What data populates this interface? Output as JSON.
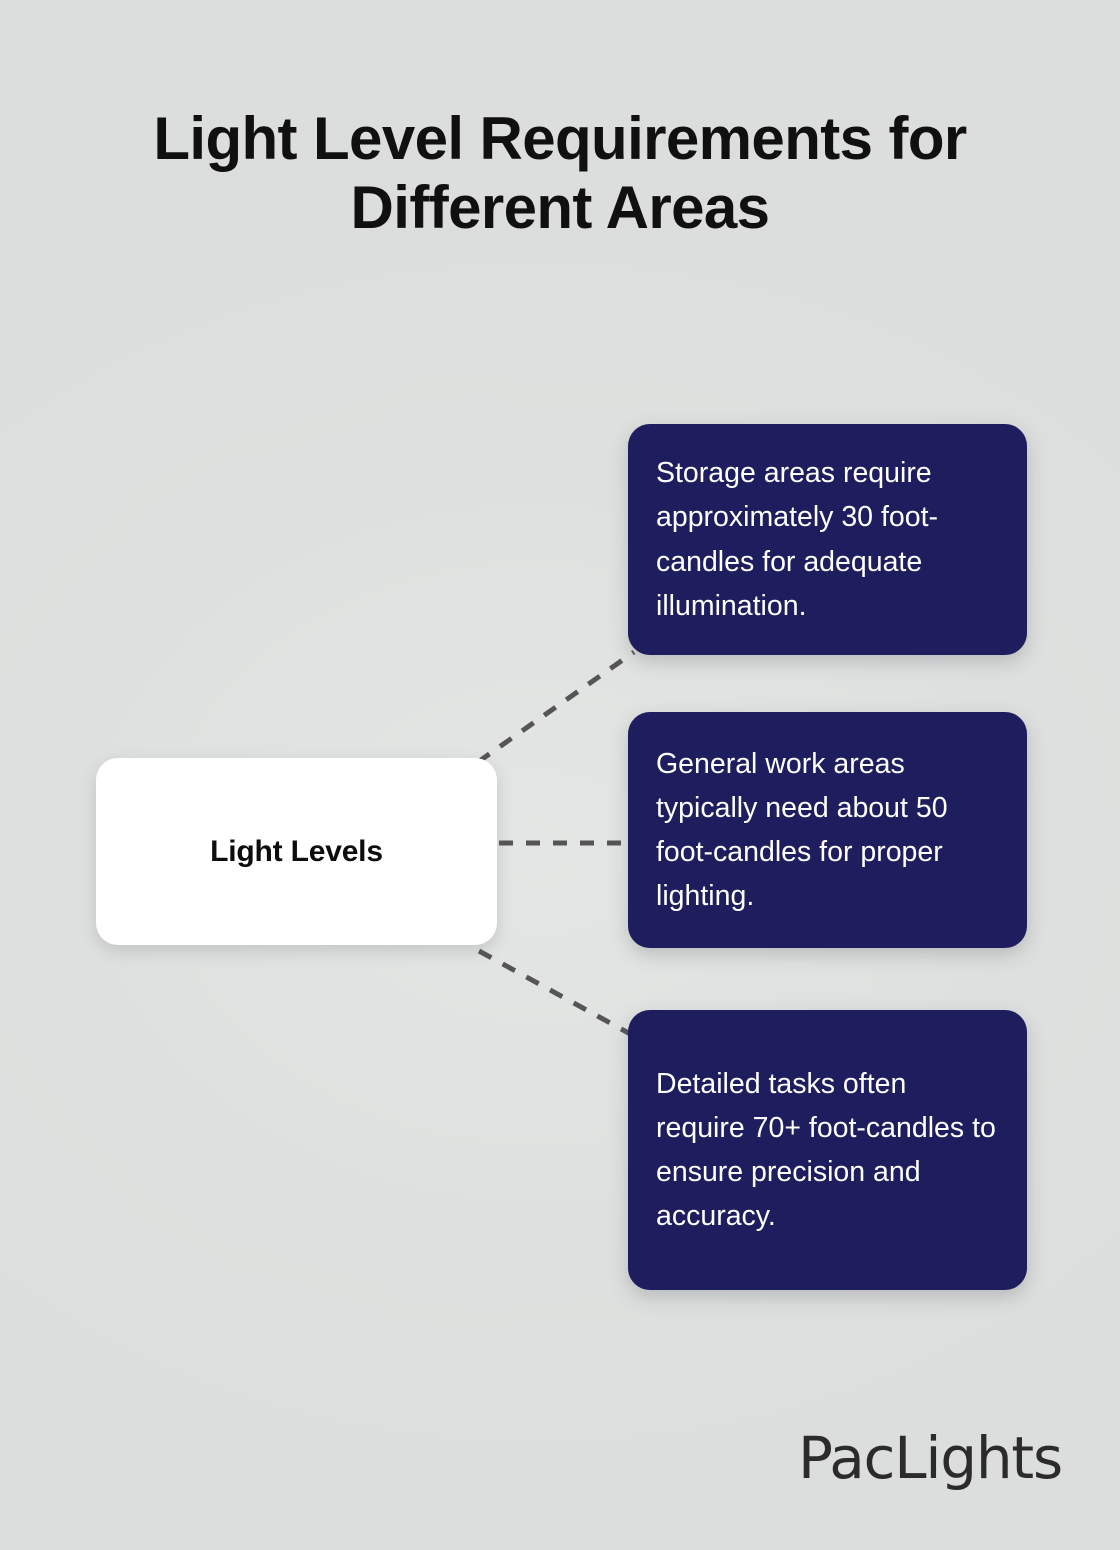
{
  "page": {
    "title": "Light Level Requirements for Different Areas",
    "background_color": "#e0e2e1"
  },
  "diagram": {
    "type": "mind-map",
    "center": {
      "label": "Light Levels",
      "background_color": "#ffffff",
      "text_color": "#0d0d0d"
    },
    "branch_style": {
      "background_color": "#1e1d5e",
      "text_color": "#ffffff",
      "connector_color": "#555555",
      "connector_style": "dashed"
    },
    "branches": [
      {
        "id": "storage-areas",
        "text": "Storage areas require approximately 30 foot-candles for adequate illumination."
      },
      {
        "id": "general-work-areas",
        "text": "General work areas typically need about 50 foot-candles for proper lighting."
      },
      {
        "id": "detailed-tasks",
        "text": "Detailed tasks often require 70+ foot-candles to ensure precision and accuracy."
      }
    ]
  },
  "brand": {
    "name": "PacLights",
    "color": "#2b2b2b"
  }
}
